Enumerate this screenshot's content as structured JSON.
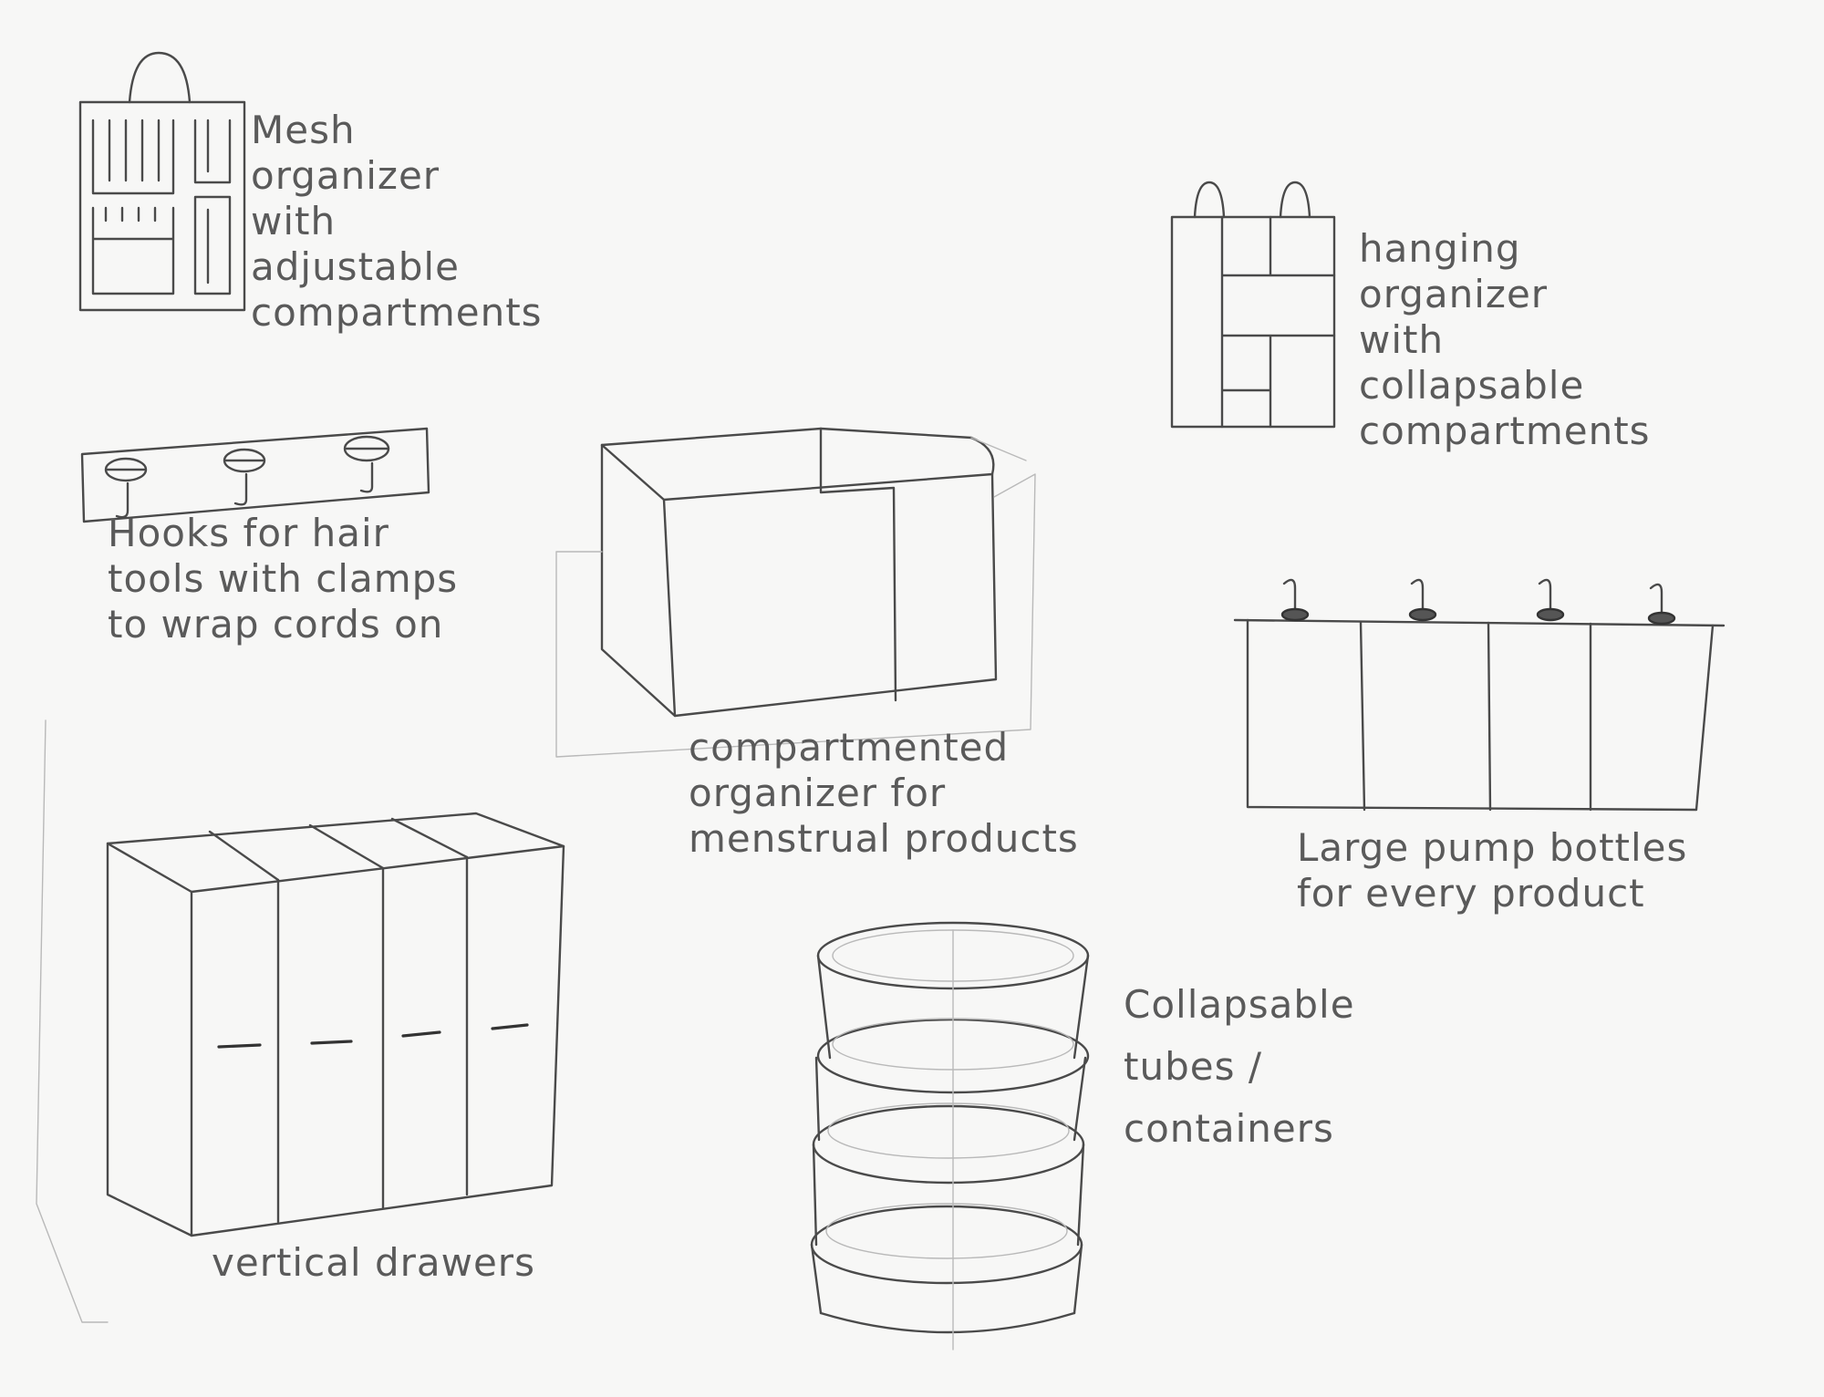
{
  "sketches": [
    {
      "id": "mesh-organizer",
      "lines": [
        "Mesh",
        "organizer",
        "with",
        "adjustable",
        "compartments"
      ]
    },
    {
      "id": "hanging-organizer",
      "lines": [
        "hanging",
        "organizer",
        "with",
        "collapsable",
        "compartments"
      ]
    },
    {
      "id": "hair-tool-hooks",
      "lines": [
        "Hooks for hair",
        "tools with clamps",
        "to wrap cords on"
      ]
    },
    {
      "id": "menstrual-organizer",
      "lines": [
        "compartmented",
        "organizer for",
        "menstrual products"
      ]
    },
    {
      "id": "pump-bottles",
      "lines": [
        "Large pump bottles",
        "for every product"
      ]
    },
    {
      "id": "vertical-drawers",
      "lines": [
        "vertical drawers"
      ]
    },
    {
      "id": "collapsable-tubes",
      "lines": [
        "Collapsable",
        "tubes /",
        "containers"
      ]
    }
  ]
}
